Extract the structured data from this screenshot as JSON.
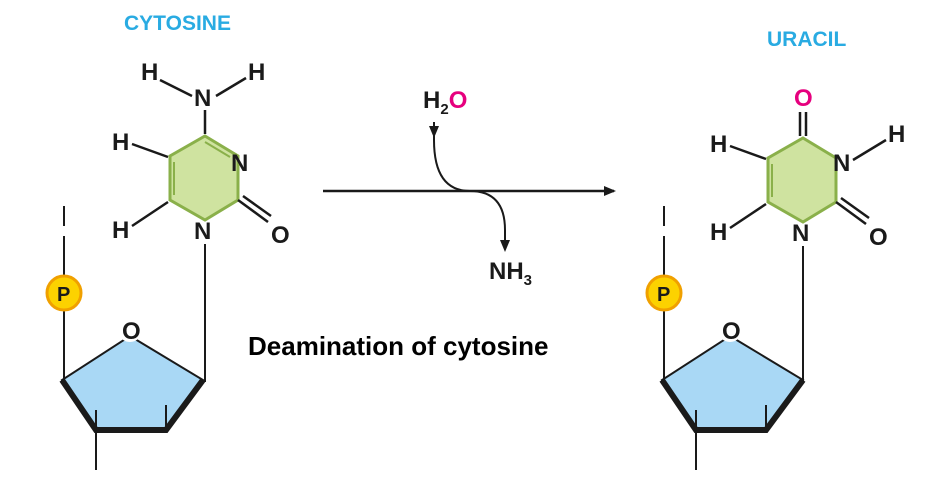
{
  "colors": {
    "title": "#29abe2",
    "oxygen_highlight": "#e6007e",
    "ring_fill": "#cfe3a0",
    "ring_edge": "#8ab04a",
    "sugar_fill": "#a9d8f5",
    "phosphate_fill": "#fcd200",
    "phosphate_edge": "#f0a000",
    "arrow": "#1a1a1a"
  },
  "left": {
    "title": "CYTOSINE",
    "atoms": {
      "h1": "H",
      "h2": "H",
      "n_amine": "N",
      "h_left_top": "H",
      "h_left_bottom": "H",
      "n3": "N",
      "n1": "N",
      "o2": "O"
    },
    "phosphate": "P",
    "sugar_o": "O"
  },
  "right": {
    "title": "URACIL",
    "atoms": {
      "o4": "O",
      "h_n3": "H",
      "h_left_top": "H",
      "h_left_bottom": "H",
      "n3": "N",
      "n1": "N",
      "o2": "O"
    },
    "phosphate": "P",
    "sugar_o": "O"
  },
  "reaction": {
    "reagent_prefix": "H",
    "reagent_sub": "2",
    "reagent_o": "O",
    "product_prefix": "NH",
    "product_sub": "3"
  },
  "caption": "Deamination of cytosine"
}
